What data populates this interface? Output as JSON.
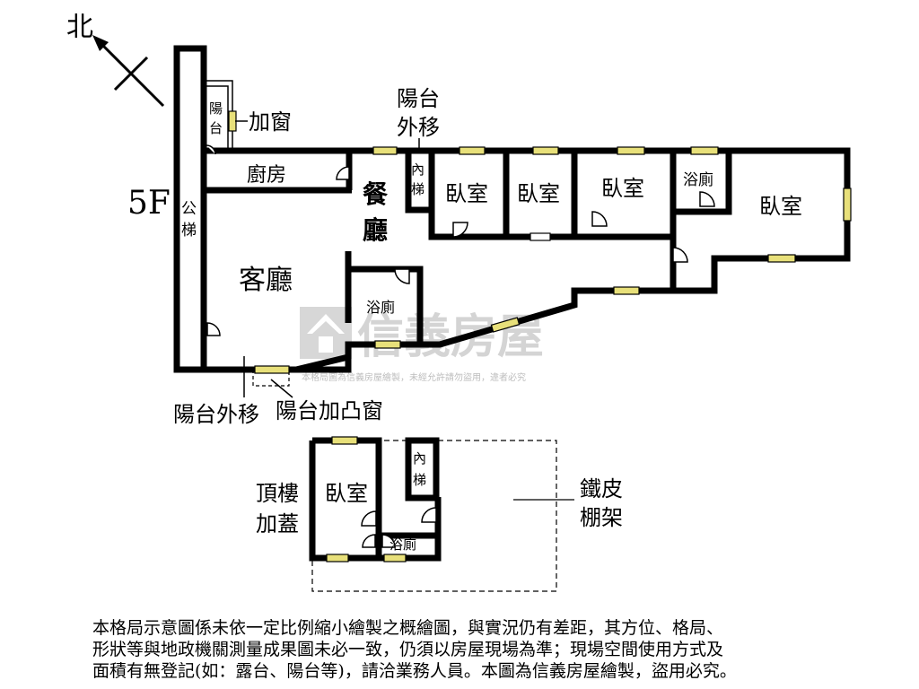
{
  "compass": {
    "north_label": "北"
  },
  "main_floor": {
    "floor_label": "5F",
    "rooms": {
      "public_stairs": "公梯",
      "kitchen": "廚房",
      "dining": "餐廳",
      "living": "客廳",
      "inner_stairs": "內梯",
      "bedroom_1": "臥室",
      "bedroom_2": "臥室",
      "bedroom_3": "臥室",
      "bathroom_1": "浴廁",
      "bedroom_4": "臥室",
      "bathroom_2": "浴廁",
      "balcony": "陽台"
    },
    "annotations": {
      "added_window": "加窗",
      "balcony_moved_out_top": "陽台外移",
      "balcony_moved_out_bottom": "陽台外移",
      "balcony_bay_window": "陽台加凸窗"
    }
  },
  "roof_floor": {
    "label": "頂樓加蓋",
    "rooms": {
      "bedroom": "臥室",
      "inner_stairs": "內梯",
      "bathroom": "浴廁"
    },
    "shed_label": "鐵皮棚架"
  },
  "watermark": {
    "brand": "信義房屋",
    "notice": "本格局圖為信義房屋繪製，未經允許請勿盜用，違者必究"
  },
  "disclaimer": {
    "line1": "本格局示意圖係未依一定比例縮小繪製之概繪圖，與實況仍有差距，其方位、格局、",
    "line2": "形狀等與地政機關測量成果圖未必一致，仍須以房屋現場為準；現場空間使用方式及",
    "line3": "面積有無登記(如：露台、陽台等)，請洽業務人員。本圖為信義房屋繪製，盜用必究。"
  },
  "colors": {
    "wall": "#000000",
    "window_fill": "#e8e07a",
    "watermark": "#d0d0d0"
  }
}
